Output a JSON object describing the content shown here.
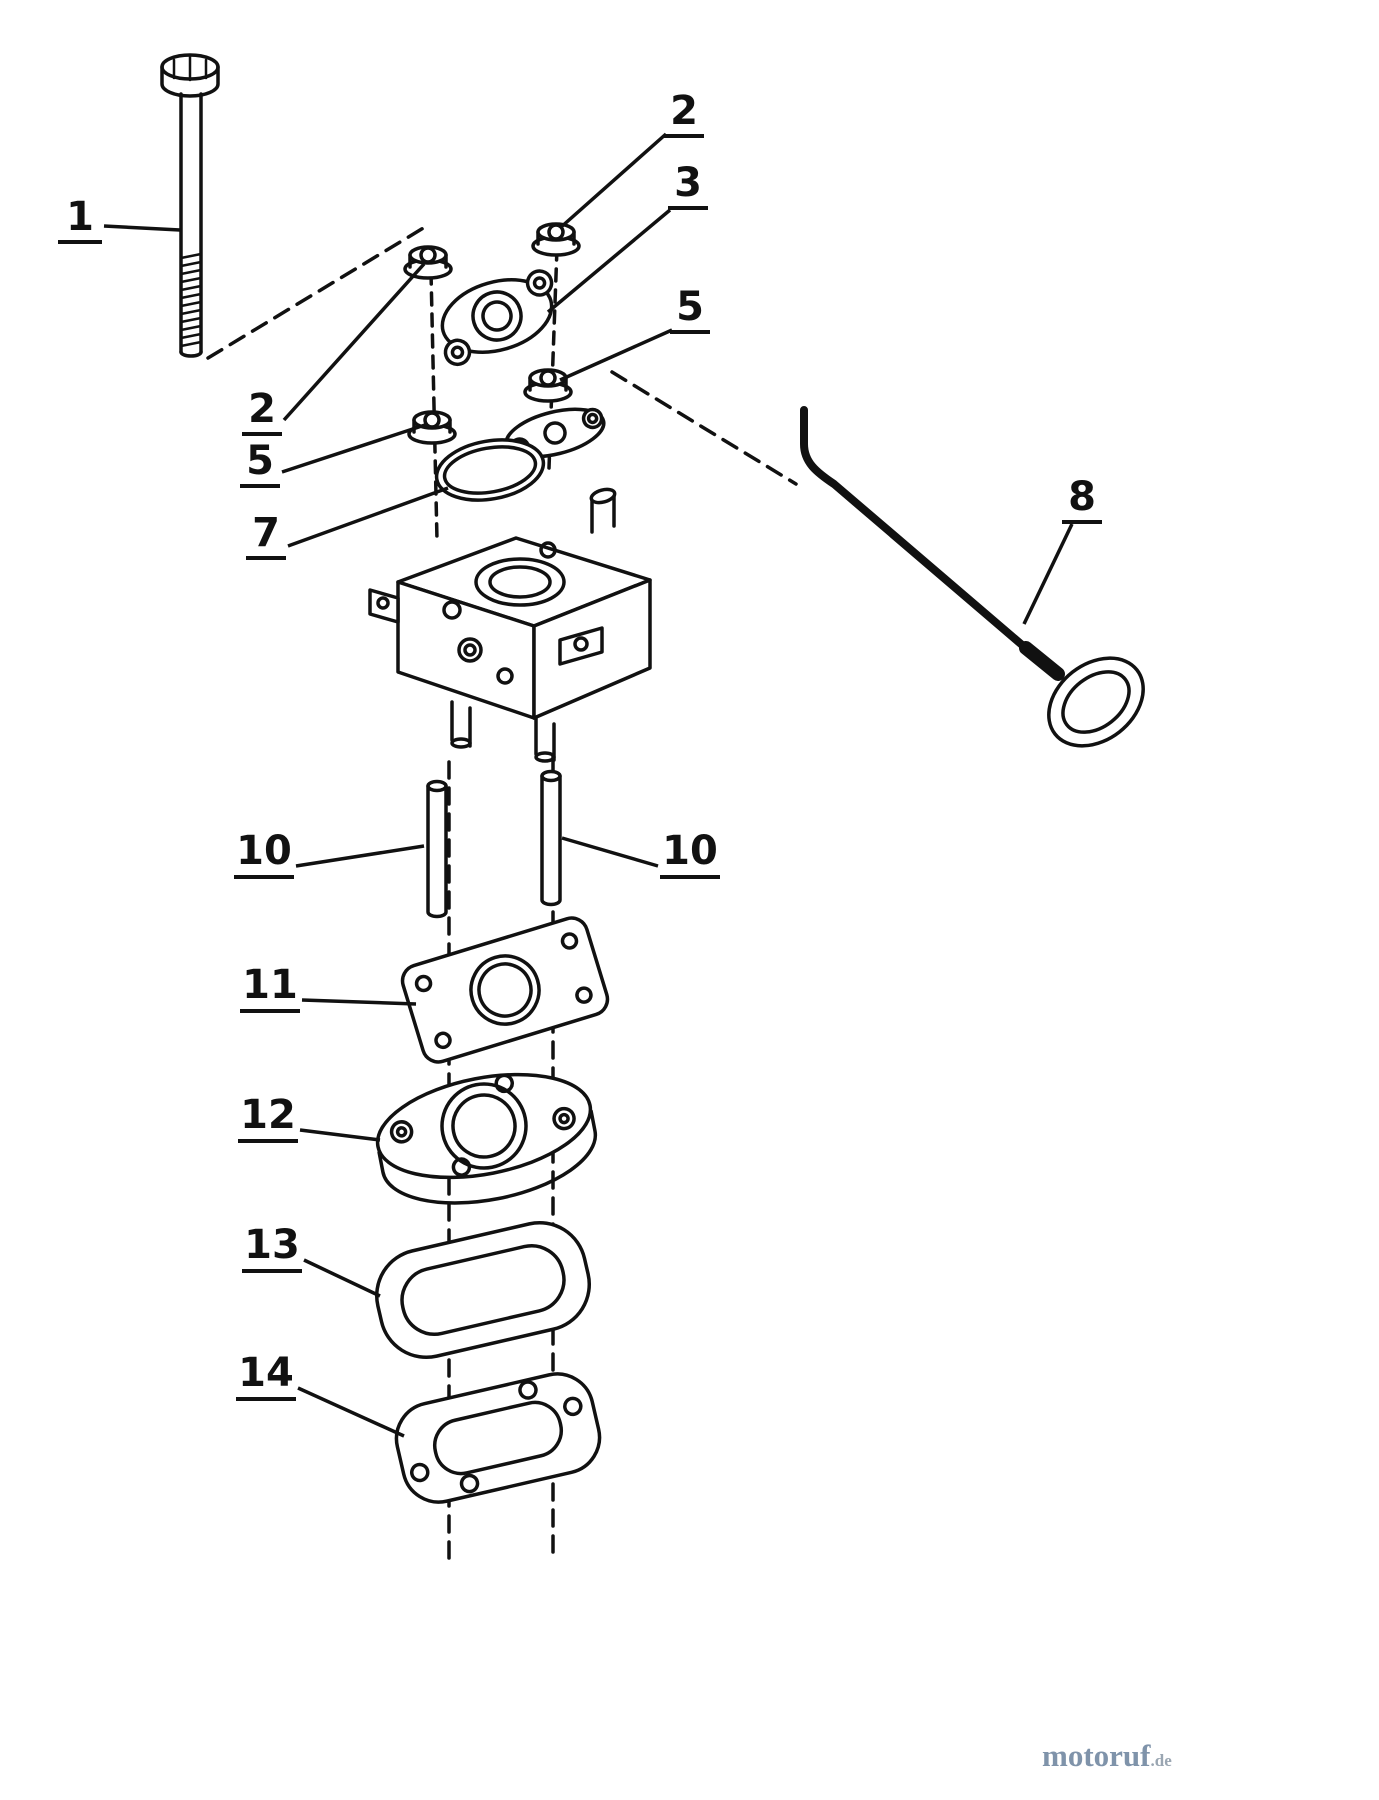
{
  "diagram": {
    "callouts": [
      {
        "id": "callout-1",
        "label": "1"
      },
      {
        "id": "callout-2-top",
        "label": "2"
      },
      {
        "id": "callout-3",
        "label": "3"
      },
      {
        "id": "callout-5-right",
        "label": "5"
      },
      {
        "id": "callout-2-left",
        "label": "2"
      },
      {
        "id": "callout-5-left",
        "label": "5"
      },
      {
        "id": "callout-7",
        "label": "7"
      },
      {
        "id": "callout-8",
        "label": "8"
      },
      {
        "id": "callout-10-left",
        "label": "10"
      },
      {
        "id": "callout-10-right",
        "label": "10"
      },
      {
        "id": "callout-11",
        "label": "11"
      },
      {
        "id": "callout-12",
        "label": "12"
      },
      {
        "id": "callout-13",
        "label": "13"
      },
      {
        "id": "callout-14",
        "label": "14"
      }
    ],
    "colors": {
      "line": "#111111",
      "background": "#ffffff"
    },
    "watermark": {
      "brand": "motoruf",
      "tld": ".de",
      "brand_color": "#7f93aa",
      "tld_color": "#9aa6b2"
    }
  }
}
